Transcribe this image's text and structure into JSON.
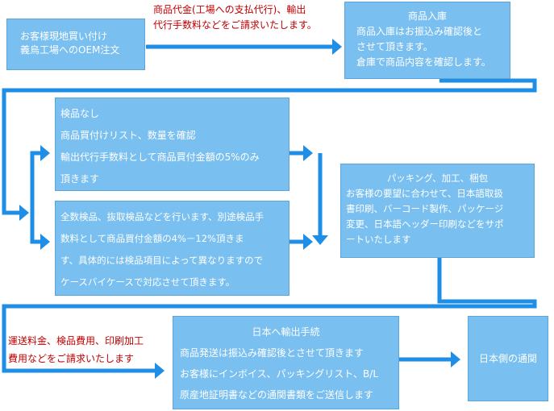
{
  "box_order": {
    "lines": [
      "お客様現地買い付け",
      "義烏工場へのOEM注文"
    ]
  },
  "box_warehouse": {
    "title": "商品入庫",
    "lines": [
      "商品入庫はお振込み確認後と",
      "させて頂きます。",
      "倉庫で商品内容を確認します。"
    ]
  },
  "note_agency": {
    "lines": [
      "商品代金(工場への支払代行)、輸出",
      "代行手数料などをご請求いたします。"
    ]
  },
  "box_no_inspect": {
    "lines": [
      "検品なし",
      "商品買付けリスト、数量を確認",
      "輸出代行手数料として商品買付金額の5%のみ",
      "頂きます"
    ]
  },
  "box_full_inspect": {
    "lines": [
      "全数検品、抜取検品などを行います、別途検品手",
      "数料として商品買付金額の4%－12%頂きま",
      "す、具体的には検品項目によって異なりますので",
      "ケースバイケースで対応させて頂きます。"
    ]
  },
  "box_packing": {
    "title": "パッキング、加工、梱包",
    "lines": [
      "お客様の要望に合わせて、日本語取扱",
      "書印刷、バーコード製作、パッケージ",
      "変更、日本語ヘッダー印刷などをサポ",
      "ートいたします"
    ]
  },
  "note_shipping": {
    "lines": [
      "運送料金、検品費用、印刷加工",
      "費用などをご請求いたします"
    ]
  },
  "box_export": {
    "title": "日本へ輸出手続",
    "lines": [
      "商品発送は振込み確認後とさせて頂きます",
      "お客様にインボイス、パッキングリスト、B/L",
      "原産地証明書などの通関書類をご送信します"
    ]
  },
  "box_customs": {
    "title": "日本側の通関"
  }
}
